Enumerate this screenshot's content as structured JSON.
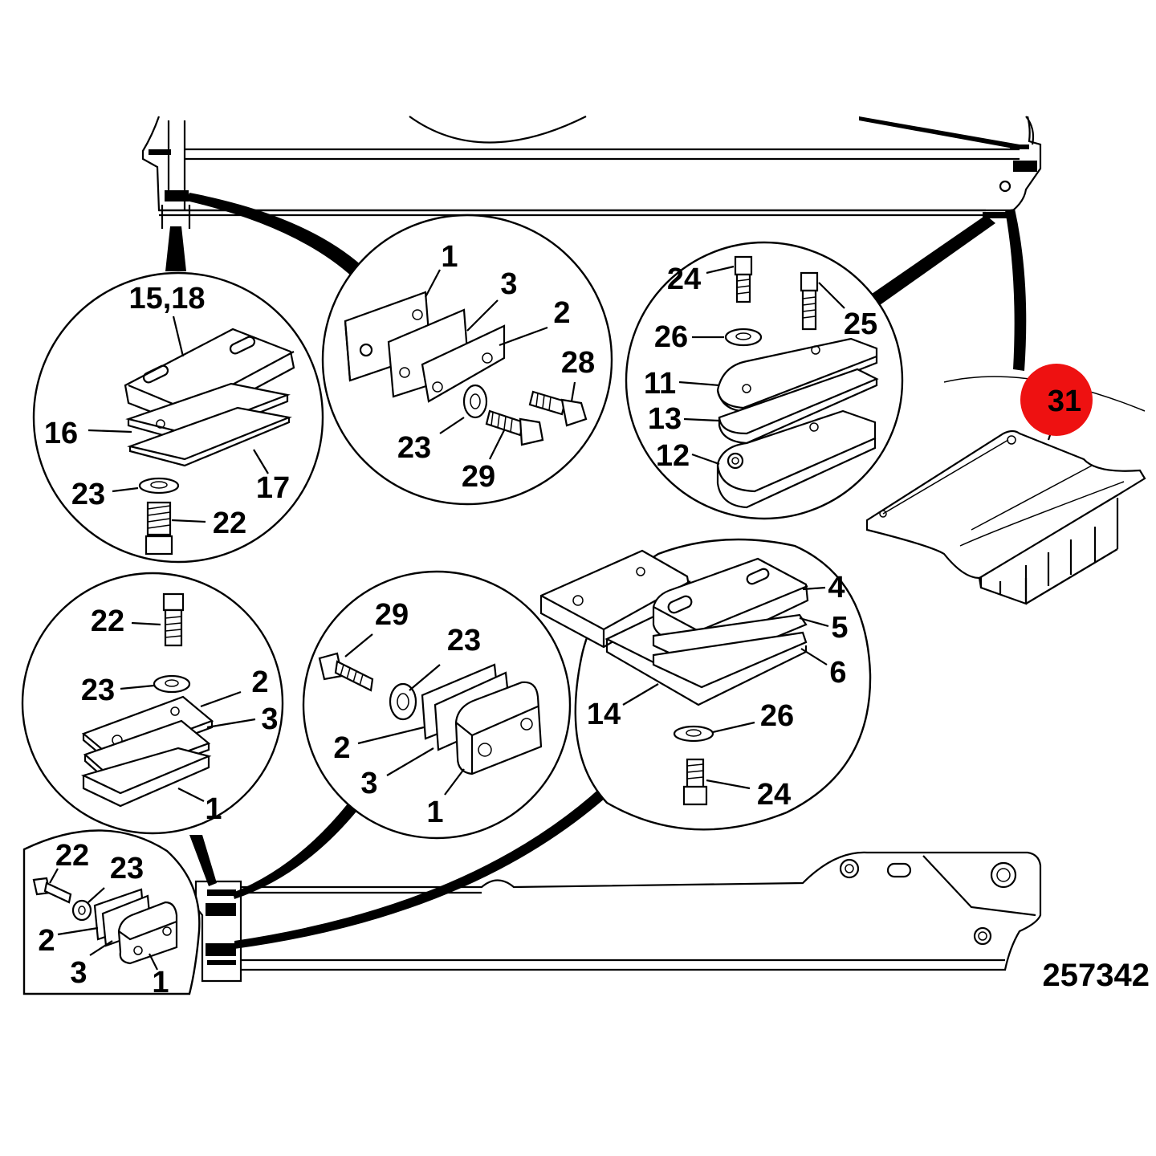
{
  "drawing": {
    "reference_number": "257342",
    "highlight": {
      "label": "31",
      "color": "#ee1111"
    },
    "callouts": [
      {
        "id": "c1_15_18",
        "text": "15,18"
      },
      {
        "id": "c1_16",
        "text": "16"
      },
      {
        "id": "c1_17",
        "text": "17"
      },
      {
        "id": "c1_23",
        "text": "23"
      },
      {
        "id": "c1_22",
        "text": "22"
      },
      {
        "id": "c2_1",
        "text": "1"
      },
      {
        "id": "c2_3",
        "text": "3"
      },
      {
        "id": "c2_2",
        "text": "2"
      },
      {
        "id": "c2_28",
        "text": "28"
      },
      {
        "id": "c2_23",
        "text": "23"
      },
      {
        "id": "c2_29",
        "text": "29"
      },
      {
        "id": "c3_24",
        "text": "24"
      },
      {
        "id": "c3_25",
        "text": "25"
      },
      {
        "id": "c3_26",
        "text": "26"
      },
      {
        "id": "c3_11",
        "text": "11"
      },
      {
        "id": "c3_13",
        "text": "13"
      },
      {
        "id": "c3_12",
        "text": "12"
      },
      {
        "id": "c4_22",
        "text": "22"
      },
      {
        "id": "c4_23",
        "text": "23"
      },
      {
        "id": "c4_2",
        "text": "2"
      },
      {
        "id": "c4_3",
        "text": "3"
      },
      {
        "id": "c4_1",
        "text": "1"
      },
      {
        "id": "c5_29",
        "text": "29"
      },
      {
        "id": "c5_23",
        "text": "23"
      },
      {
        "id": "c5_2",
        "text": "2"
      },
      {
        "id": "c5_3",
        "text": "3"
      },
      {
        "id": "c5_1",
        "text": "1"
      },
      {
        "id": "c6_4",
        "text": "4"
      },
      {
        "id": "c6_5",
        "text": "5"
      },
      {
        "id": "c6_6",
        "text": "6"
      },
      {
        "id": "c6_14",
        "text": "14"
      },
      {
        "id": "c6_26",
        "text": "26"
      },
      {
        "id": "c6_24",
        "text": "24"
      },
      {
        "id": "c7_22",
        "text": "22"
      },
      {
        "id": "c7_23",
        "text": "23"
      },
      {
        "id": "c7_2",
        "text": "2"
      },
      {
        "id": "c7_3",
        "text": "3"
      },
      {
        "id": "c7_1",
        "text": "1"
      }
    ]
  }
}
